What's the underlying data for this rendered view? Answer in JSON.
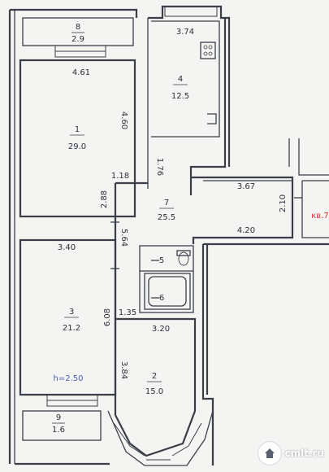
{
  "rooms": [
    {
      "id": "8",
      "area": "2.9"
    },
    {
      "id": "1",
      "area": "29.0"
    },
    {
      "id": "4",
      "area": "12.5"
    },
    {
      "id": "7",
      "area": "25.5"
    },
    {
      "id": "5",
      "area": ""
    },
    {
      "id": "6",
      "area": ""
    },
    {
      "id": "3",
      "area": "21.2"
    },
    {
      "id": "2",
      "area": "15.0"
    },
    {
      "id": "9",
      "area": "1.6"
    }
  ],
  "dimensions": {
    "d_461": "4.61",
    "d_374": "3.74",
    "d_460": "4.60",
    "d_118": "1.18",
    "d_176": "1.76",
    "d_367": "3.67",
    "d_210": "2.10",
    "d_288": "2.88",
    "d_564": "5.64",
    "d_420": "4.20",
    "d_340": "3.40",
    "d_608": "6.08",
    "d_135": "1.35",
    "d_320": "3.20",
    "d_384": "3.84"
  },
  "annotations": {
    "ceiling": "h=2.50",
    "neighbor_apartment": "кв.7"
  },
  "watermark": {
    "text": "cmlt.ru",
    "icon": "house-icon"
  },
  "colors": {
    "ink": "#2a2f3a",
    "red_ink": "#d13a3a",
    "blue_ink": "#4a5fb0",
    "paper": "#f4f4f2"
  }
}
